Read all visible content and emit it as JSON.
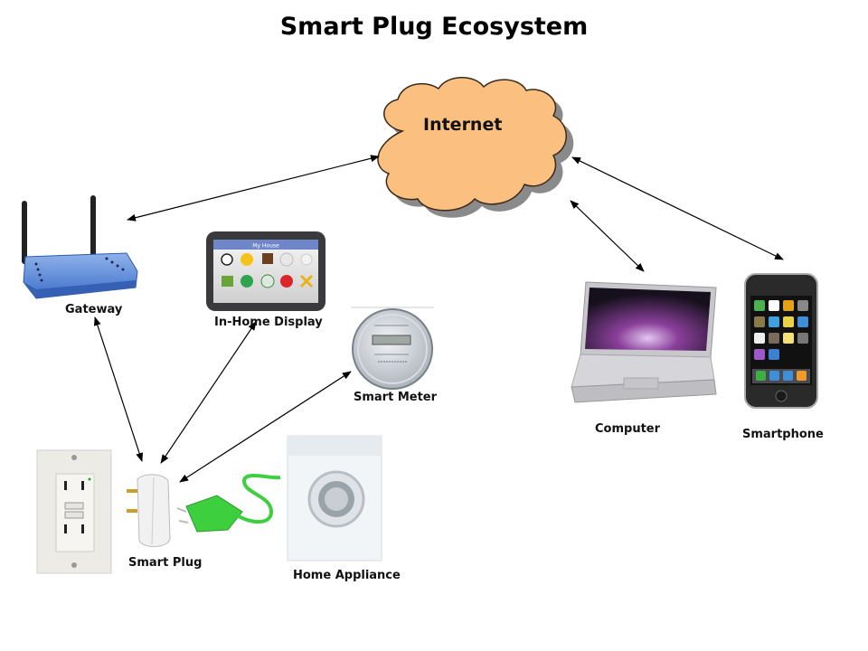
{
  "title": "Smart Plug Ecosystem",
  "nodes": {
    "internet": {
      "label": "Internet",
      "color": "#fbbf80"
    },
    "gateway": {
      "label": "Gateway"
    },
    "in_home_display": {
      "label": "In-Home Display",
      "screen_title": "My House"
    },
    "smart_meter": {
      "label": "Smart Meter"
    },
    "computer": {
      "label": "Computer"
    },
    "smartphone": {
      "label": "Smartphone"
    },
    "smart_plug": {
      "label": "Smart Plug"
    },
    "home_appliance": {
      "label": "Home Appliance"
    }
  },
  "connections": [
    {
      "from": "internet",
      "to": "gateway",
      "bidirectional": true
    },
    {
      "from": "internet",
      "to": "smartphone",
      "bidirectional": true
    },
    {
      "from": "internet",
      "to": "computer",
      "bidirectional": true
    },
    {
      "from": "gateway",
      "to": "smart_plug",
      "bidirectional": true
    },
    {
      "from": "in_home_display",
      "to": "smart_plug",
      "bidirectional": true
    },
    {
      "from": "smart_meter",
      "to": "smart_plug",
      "bidirectional": true
    }
  ]
}
